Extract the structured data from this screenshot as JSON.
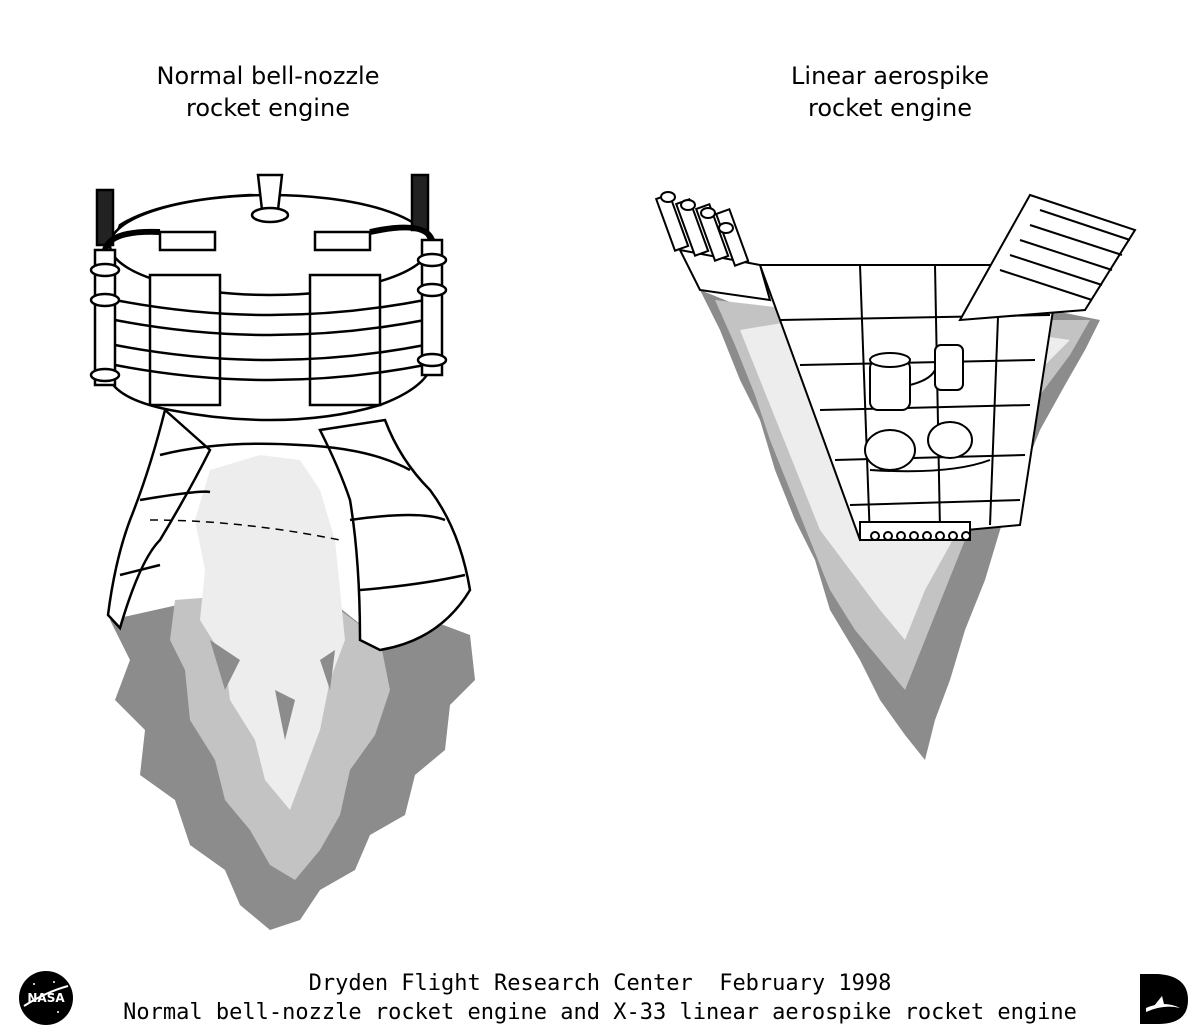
{
  "captions": {
    "left": [
      "Normal bell-nozzle",
      "rocket engine"
    ],
    "right": [
      "Linear aerospike",
      "rocket engine"
    ]
  },
  "footer": {
    "line1": "Dryden Flight Research Center  February 1998",
    "line2": "Normal bell-nozzle rocket engine and X-33 linear aerospike rocket engine"
  },
  "logos": {
    "left": "NASA",
    "right": "dryden-logo"
  },
  "colors": {
    "line": "#000000",
    "plume_dark": "#8c8c8c",
    "plume_mid": "#c3c3c3",
    "plume_light": "#ededed"
  }
}
